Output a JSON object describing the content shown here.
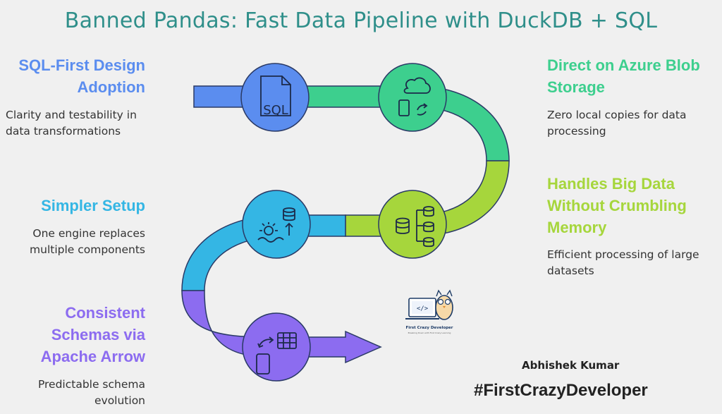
{
  "title": "Banned Pandas: Fast Data Pipeline with DuckDB + SQL",
  "colors": {
    "blue": "#5b8def",
    "teal_green": "#3dcf8e",
    "lime": "#a6d63c",
    "cyan": "#34b6e4",
    "purple": "#8c6cf0",
    "title": "#2f8f8a"
  },
  "steps": [
    {
      "heading": "SQL-First Design Adoption",
      "desc": "Clarity and testability in data transformations",
      "icon": "sql-file-icon"
    },
    {
      "heading": "Direct on Azure Blob Storage",
      "desc": "Zero local copies for data processing",
      "icon": "cloud-sync-icon"
    },
    {
      "heading": "Handles Big Data Without Crumbling Memory",
      "desc": "Efficient processing of large datasets",
      "icon": "database-tree-icon"
    },
    {
      "heading": "Simpler Setup",
      "desc": "One engine replaces multiple components",
      "icon": "engine-database-icon"
    },
    {
      "heading": "Consistent Schemas via Apache Arrow",
      "desc": "Predictable schema evolution",
      "icon": "table-transfer-icon"
    }
  ],
  "sql_icon_text": "SQL",
  "logo": {
    "name": "First Crazy Developer",
    "tagline": "Breaking Down with First Crazy Learning"
  },
  "author": "Abhishek Kumar",
  "hashtag": "#FirstCrazyDeveloper"
}
